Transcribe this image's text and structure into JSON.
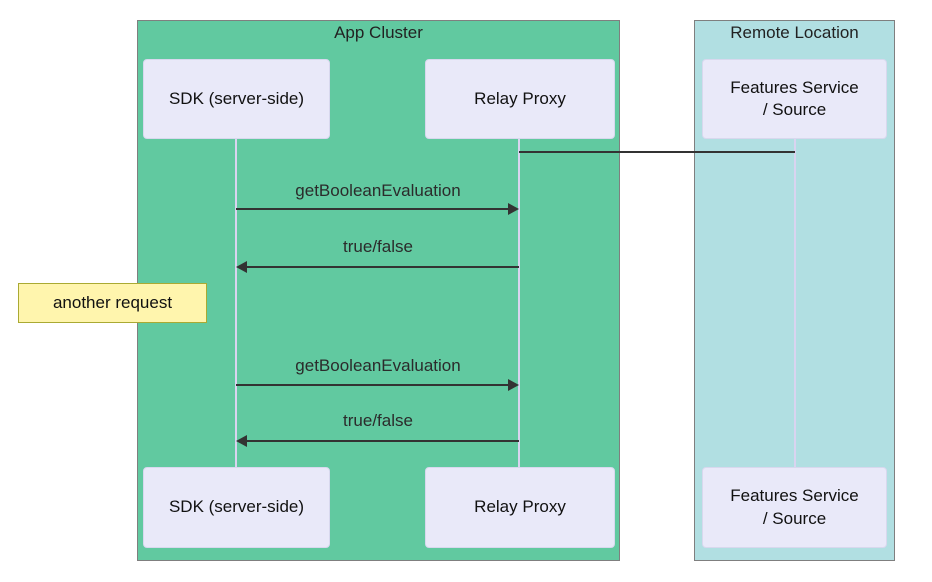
{
  "clusters": {
    "app": {
      "label": "App Cluster"
    },
    "remote": {
      "label": "Remote Location"
    }
  },
  "participants": {
    "sdk": {
      "label": "SDK (server-side)"
    },
    "relay": {
      "label": "Relay Proxy"
    },
    "features": {
      "line1": "Features Service",
      "line2": "/ Source"
    }
  },
  "messages": [
    {
      "label": "getBooleanEvaluation",
      "direction": "right"
    },
    {
      "label": "true/false",
      "direction": "left"
    },
    {
      "label": "getBooleanEvaluation",
      "direction": "right"
    },
    {
      "label": "true/false",
      "direction": "left"
    }
  ],
  "connector": {
    "label": ""
  },
  "note": {
    "label": "another request"
  },
  "colors": {
    "app_cluster_bg": "#61C9A0",
    "remote_cluster_bg": "#B1DFE2",
    "cluster_border": "#7F7F7F",
    "participant_bg": "#E9E9F9",
    "participant_border": "#D8D8EE",
    "lifeline": "#D9D4F0",
    "message": "#333333",
    "note_bg": "#FFF5AD",
    "note_border": "#AAAA33"
  }
}
